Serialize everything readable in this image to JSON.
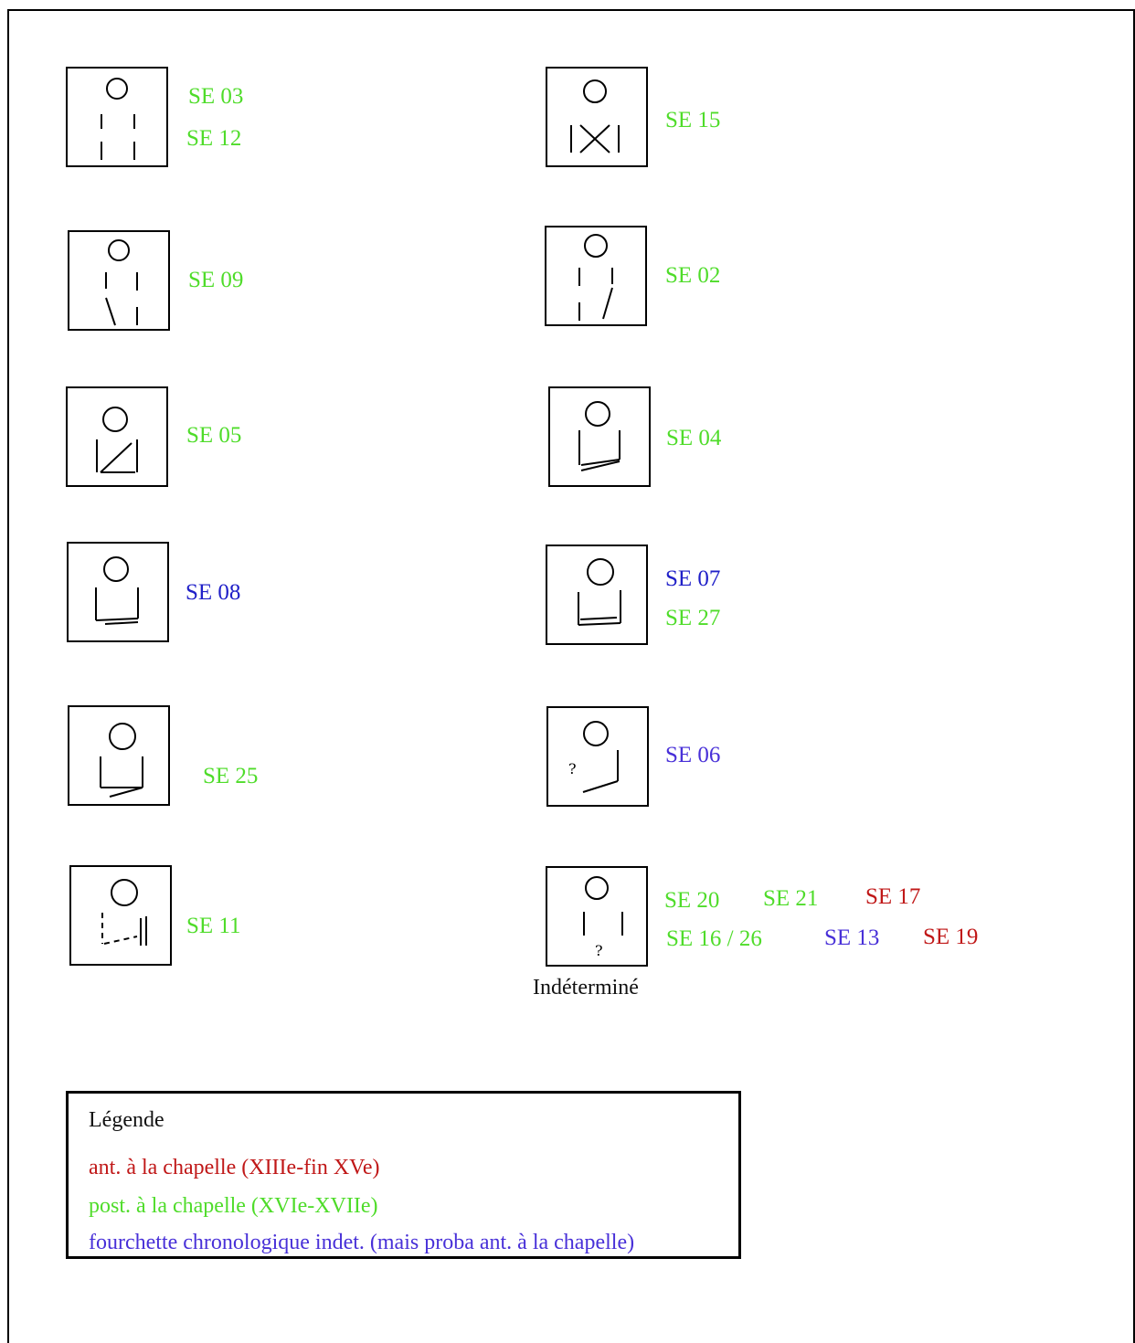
{
  "colors": {
    "anterior": "#c01818",
    "posterior": "#4fdc2a",
    "indeterminate": "#2020c8"
  },
  "pictograms": [
    {
      "id": "p1",
      "labels": [
        "SE 03",
        "SE 12"
      ],
      "colors": [
        "green",
        "green"
      ]
    },
    {
      "id": "p2",
      "labels": [
        "SE 15"
      ],
      "colors": [
        "green"
      ]
    },
    {
      "id": "p3",
      "labels": [
        "SE 09"
      ],
      "colors": [
        "green"
      ]
    },
    {
      "id": "p4",
      "labels": [
        "SE 02"
      ],
      "colors": [
        "green"
      ]
    },
    {
      "id": "p5",
      "labels": [
        "SE 05"
      ],
      "colors": [
        "green"
      ]
    },
    {
      "id": "p6",
      "labels": [
        "SE 04"
      ],
      "colors": [
        "green"
      ]
    },
    {
      "id": "p7",
      "labels": [
        "SE 08"
      ],
      "colors": [
        "blue"
      ]
    },
    {
      "id": "p8",
      "labels": [
        "SE 07",
        "SE 27"
      ],
      "colors": [
        "blue",
        "green"
      ]
    },
    {
      "id": "p9",
      "labels": [
        "SE 25"
      ],
      "colors": [
        "green"
      ]
    },
    {
      "id": "p10",
      "labels": [
        "SE 06"
      ],
      "colors": [
        "violet"
      ]
    },
    {
      "id": "p11",
      "labels": [
        "SE 11"
      ],
      "colors": [
        "green"
      ]
    },
    {
      "id": "p12",
      "labels": [
        "SE 20",
        "SE 21",
        "SE 17",
        "SE 16 / 26",
        "SE 13",
        "SE 19"
      ],
      "colors": [
        "green",
        "green",
        "red",
        "green",
        "violet",
        "red"
      ],
      "caption": "Indéterminé"
    }
  ],
  "legend": {
    "title": "Légende",
    "items": [
      "ant. à la chapelle (XIIIe-fin XVe)",
      "post. à la chapelle (XVIe-XVIIe)",
      "fourchette chronologique indet. (mais proba ant. à la chapelle)"
    ]
  }
}
